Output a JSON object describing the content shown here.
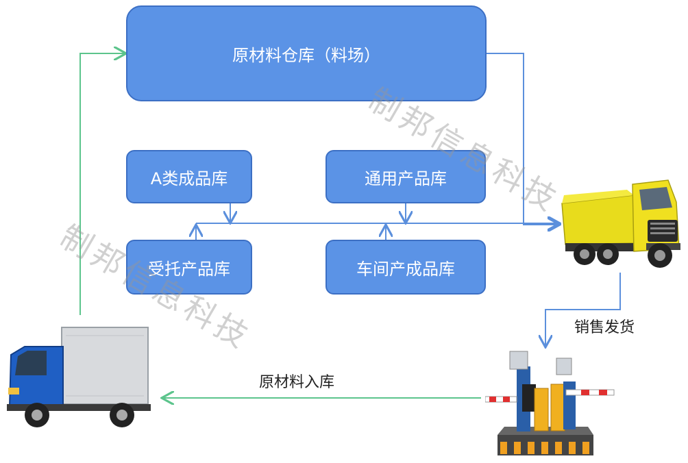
{
  "boxes": {
    "raw_warehouse": "原材料仓库（料场）",
    "class_a": "A类成品库",
    "general": "通用产品库",
    "consigned": "受托产品库",
    "workshop": "车间产成品库"
  },
  "labels": {
    "sales_shipping": "销售发货",
    "raw_inbound": "原材料入库"
  },
  "watermark": "制邦信息科技",
  "icons": {
    "dump_truck": "dump-truck-icon",
    "box_truck": "box-truck-icon",
    "gate": "toll-gate-barrier-icon"
  },
  "colors": {
    "box_fill": "#5b93e6",
    "box_border": "#3c6fc4",
    "blue_line": "#5b8fdc",
    "green_line": "#5cc48c"
  }
}
